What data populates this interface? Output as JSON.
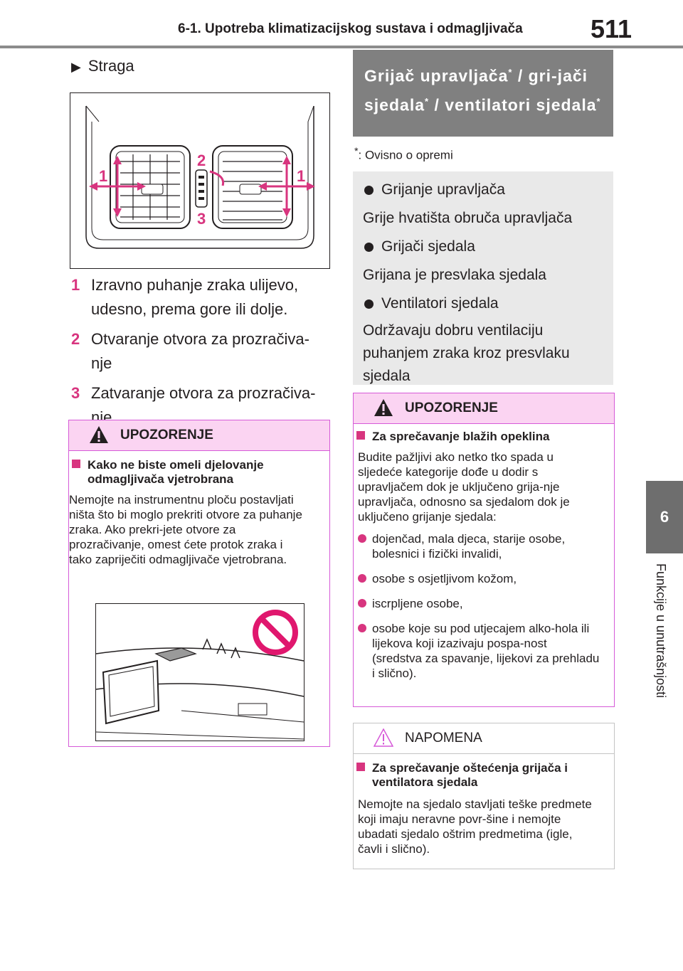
{
  "header": {
    "section_title": "6-1. Upotreba klimatizacijskog sustava i odmagljivača",
    "page_number": "511"
  },
  "side_tab": {
    "chapter_number": "6",
    "chapter_title": "Funkcije u unutrašnjosti"
  },
  "left": {
    "straga_label": "Straga",
    "vent_callouts": [
      "1",
      "2",
      "3",
      "1"
    ],
    "items": [
      {
        "num": "1",
        "text": "Izravno puhanje zraka ulijevo, udesno, prema gore ili dolje."
      },
      {
        "num": "2",
        "text": "Otvaranje otvora za prozračiva-nje"
      },
      {
        "num": "3",
        "text": "Zatvaranje otvora za prozračiva-nje"
      }
    ],
    "warning": {
      "title": "UPOZORENJE",
      "subhead": "Kako ne biste omeli djelovanje odmagljivača vjetrobrana",
      "body": "Nemojte na instrumentnu ploču postavljati ništa što bi moglo prekriti otvore za puhanje zraka. Ako prekri-jete otvore za prozračivanje, omest ćete protok zraka i tako zapriječiti odmagljivače vjetrobrana."
    }
  },
  "right": {
    "heading_part1": "Grijač upravljača",
    "heading_part2": " / gri-jači sjedala",
    "heading_part3": " / ventilatori sjedala",
    "heading_star": "*",
    "footnote_star": "*",
    "footnote_text": ": Ovisno o opremi",
    "info": [
      {
        "type": "bullet",
        "text": "Grijanje upravljača"
      },
      {
        "type": "text",
        "text": "Grije hvatišta obruča upravljača"
      },
      {
        "type": "bullet",
        "text": "Grijači sjedala"
      },
      {
        "type": "text",
        "text": "Grijana je presvlaka sjedala"
      },
      {
        "type": "bullet",
        "text": "Ventilatori sjedala"
      },
      {
        "type": "text",
        "text": "Održavaju dobru ventilaciju puhanjem zraka kroz presvlaku sjedala"
      }
    ],
    "warning": {
      "title": "UPOZORENJE",
      "subhead": "Za sprečavanje blažih opeklina",
      "body": "Budite pažljivi ako netko tko spada u sljedeće kategorije dođe u dodir s upravljačem dok je uključeno grija-nje upravljača, odnosno sa sjedalom dok je uključeno grijanje sjedala:",
      "bullets": [
        "dojenčad, mala djeca, starije osobe, bolesnici i fizički invalidi,",
        "osobe s osjetljivom kožom,",
        "iscrpljene osobe,",
        "osobe koje su pod utjecajem alko-hola ili lijekova koji izazivaju pospa-nost (sredstva za spavanje, lijekovi za prehladu i slično)."
      ]
    },
    "note": {
      "title": "NAPOMENA",
      "subhead": "Za sprečavanje oštećenja grijača i ventilatora sjedala",
      "body": "Nemojte na sjedalo stavljati teške predmete koji imaju neravne povr-šine i nemojte ubadati sjedalo oštrim predmetima (igle, čavli i slično)."
    }
  },
  "colors": {
    "accent": "#d8357f",
    "warning_header_bg": "#fbd4f2",
    "warning_border": "#d65ad8",
    "gray_heading_bg": "#808080",
    "info_bg": "#e9e9e9",
    "tab_bg": "#6e6e6e"
  }
}
